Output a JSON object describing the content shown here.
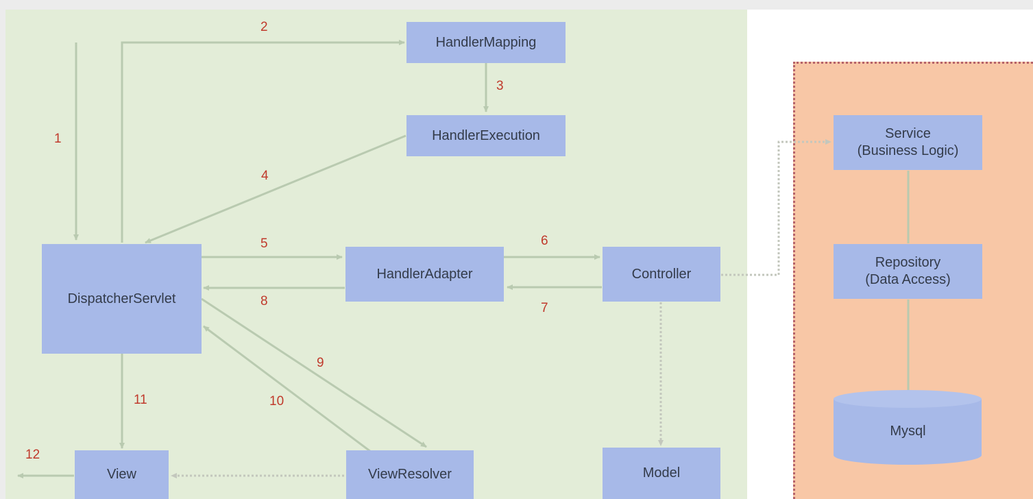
{
  "nodes": {
    "handler_mapping": "HandlerMapping",
    "handler_execution": "HandlerExecution",
    "dispatcher_servlet": "DispatcherServlet",
    "handler_adapter": "HandlerAdapter",
    "controller": "Controller",
    "view": "View",
    "view_resolver": "ViewResolver",
    "model": "Model",
    "service": "Service\n(Business Logic)",
    "repository": "Repository\n(Data Access)",
    "mysql": "Mysql"
  },
  "steps": {
    "s1": "1",
    "s2": "2",
    "s3": "3",
    "s4": "4",
    "s5": "5",
    "s6": "6",
    "s7": "7",
    "s8": "8",
    "s9": "9",
    "s10": "10",
    "s11": "11",
    "s12": "12"
  },
  "colors": {
    "left_panel": "#e3edd8",
    "right_panel": "#f8c7a6",
    "box": "#a7b9e8",
    "arrow": "#b9cab0",
    "step_number": "#c0392b",
    "dotted_border": "#b5626a"
  }
}
